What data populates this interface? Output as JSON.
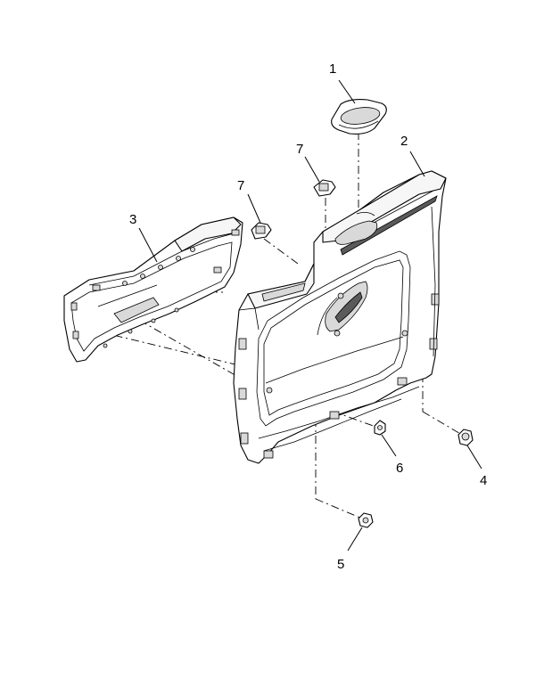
{
  "callouts": [
    {
      "id": "1",
      "label": "1"
    },
    {
      "id": "2",
      "label": "2"
    },
    {
      "id": "3",
      "label": "3"
    },
    {
      "id": "4",
      "label": "4"
    },
    {
      "id": "5",
      "label": "5"
    },
    {
      "id": "6",
      "label": "6"
    },
    {
      "id": "7a",
      "label": "7"
    },
    {
      "id": "7b",
      "label": "7"
    }
  ]
}
